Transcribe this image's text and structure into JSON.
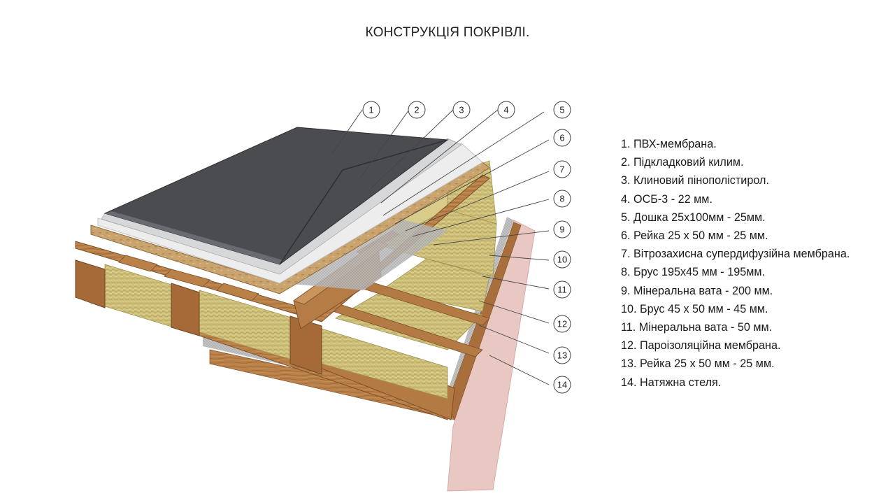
{
  "title": "КОНСТРУКЦІЯ ПОКРІВЛІ.",
  "layers": [
    {
      "num": "1",
      "text": "1.  ПВХ-мембрана."
    },
    {
      "num": "2",
      "text": "2.  Підкладковий килим."
    },
    {
      "num": "3",
      "text": "3.  Клиновий пінополістирол."
    },
    {
      "num": "4",
      "text": "4.  ОСБ-3  - 22 мм."
    },
    {
      "num": "5",
      "text": "5.  Дошка 25х100мм -  25мм."
    },
    {
      "num": "6",
      "text": "6.  Рейка  25 х 50 мм   - 25 мм."
    },
    {
      "num": "7",
      "text": "7.  Вітрозахисна супердифузійна мембрана."
    },
    {
      "num": "8",
      "text": "8.  Брус 195х45 мм - 195мм."
    },
    {
      "num": "9",
      "text": "9.  Мінеральна вата  - 200 мм."
    },
    {
      "num": "10",
      "text": "10. Брус 45 х 50 мм   - 45 мм."
    },
    {
      "num": "11",
      "text": "11. Мінеральна вата  - 50 мм."
    },
    {
      "num": "12",
      "text": "12. Пароізоляційна мембрана."
    },
    {
      "num": "13",
      "text": "13. Рейка 25 х 50 мм   - 25 мм."
    },
    {
      "num": "14",
      "text": "14. Натяжна стеля."
    }
  ],
  "colors": {
    "pvc": "#4a4b4f",
    "underlay": "#d7d8da",
    "eps": "#ececec",
    "osb": "#c8a06a",
    "wood": "#b37a46",
    "wood_dark": "#8a5a30",
    "wool": "#cfc27c",
    "ceiling": "#e8c3bf"
  }
}
